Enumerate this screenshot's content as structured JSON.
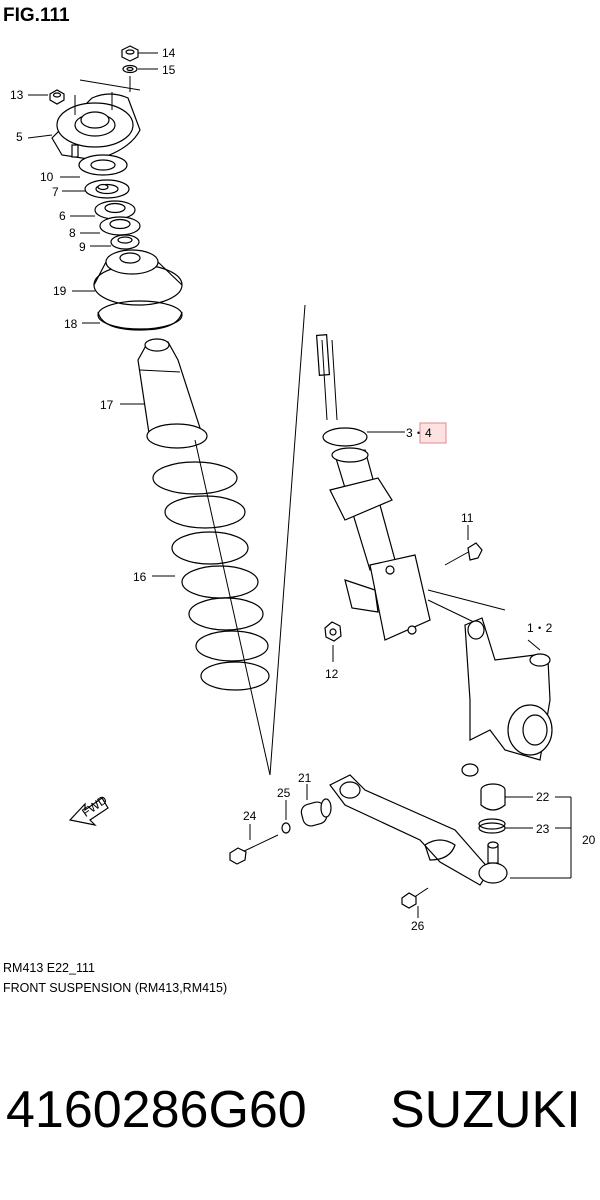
{
  "figure": {
    "title": "FIG.111",
    "caption_code": "RM413 E22_111",
    "caption_desc": "FRONT SUSPENSION (RM413,RM415)"
  },
  "callouts": {
    "c1_2": "1・2",
    "c3": "3・",
    "c4": "4",
    "c5": "5",
    "c6": "6",
    "c7": "7",
    "c8": "8",
    "c9": "9",
    "c10": "10",
    "c11": "11",
    "c12": "12",
    "c13": "13",
    "c14": "14",
    "c15": "15",
    "c16": "16",
    "c17": "17",
    "c18": "18",
    "c19": "19",
    "c20": "20",
    "c21": "21",
    "c22": "22",
    "c23": "23",
    "c24": "24",
    "c25": "25",
    "c26": "26"
  },
  "fwd_label": "FWD",
  "product": {
    "part_number": "4160286G60",
    "brand": "SUZUKI"
  },
  "colors": {
    "highlight_fill": "#fde2e2",
    "highlight_border": "#e38b8b",
    "line": "#000000"
  }
}
